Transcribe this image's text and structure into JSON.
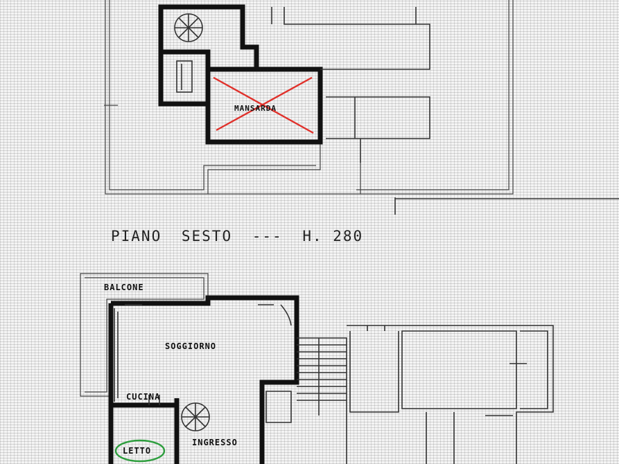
{
  "floor_title": {
    "level": "PIANO",
    "name": "SESTO",
    "dash": "---",
    "height": "H. 280"
  },
  "rooms": {
    "mansarda": "MANSARDA",
    "balcone": "BALCONE",
    "soggiorno": "SOGGIORNO",
    "cucina": "CUCINA",
    "letto": "LETTO",
    "ingresso": "INGRESSO"
  },
  "markup": {
    "cross_color": "#e0312b",
    "circle_color": "#2e9e3e"
  }
}
